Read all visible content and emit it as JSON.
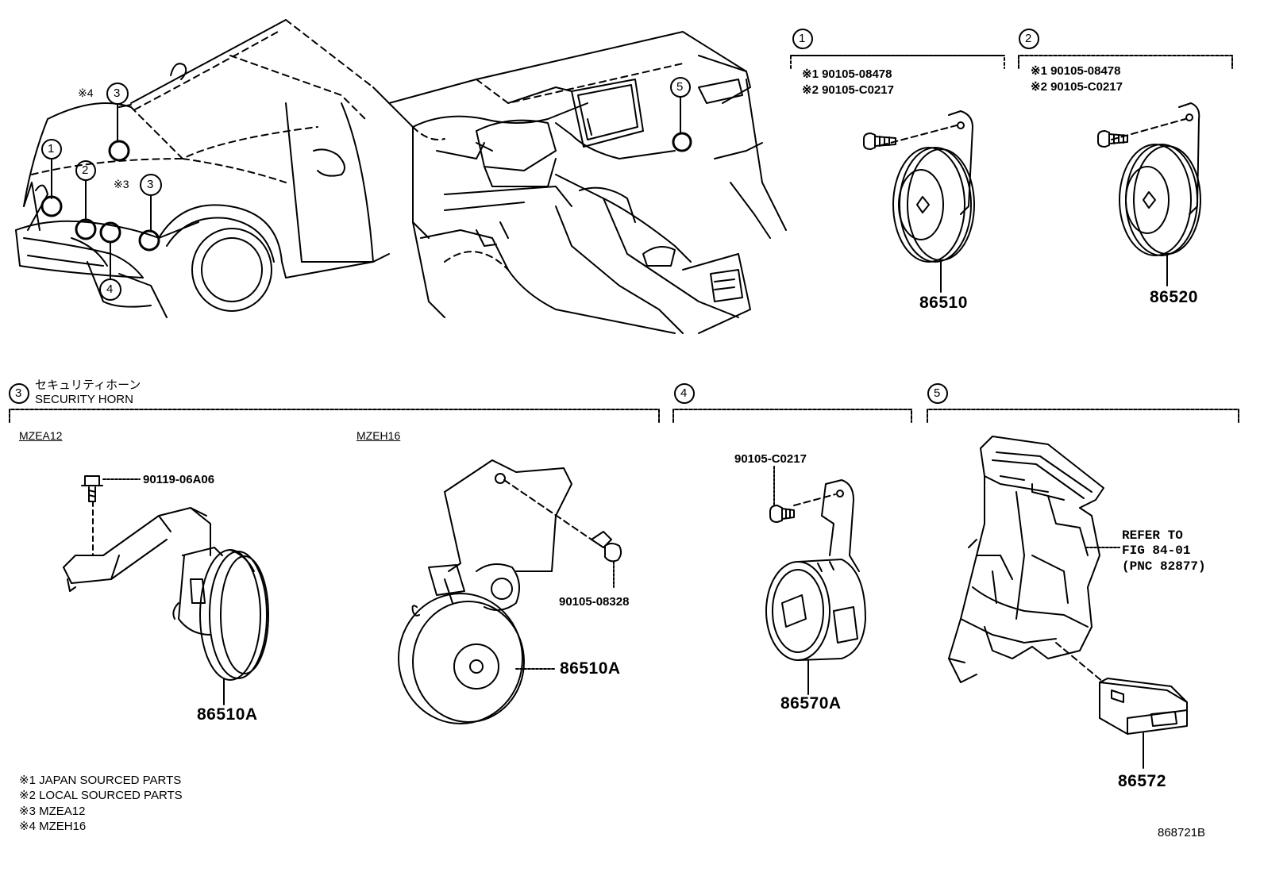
{
  "callouts": {
    "c1": "1",
    "c2": "2",
    "c3": "3",
    "c4": "4",
    "c5": "5",
    "note_mark_4": "※4",
    "note_mark_3": "※3"
  },
  "section1": {
    "label": "1",
    "note1": "※1 90105-08478",
    "note2": "※2 90105-C0217",
    "part": "86510"
  },
  "section2": {
    "label": "2",
    "note1": "※1 90105-08478",
    "note2": "※2 90105-C0217",
    "part": "86520"
  },
  "section3": {
    "label": "3",
    "title_jp": "セキュリティホーン",
    "title_en": "SECURITY HORN",
    "left": {
      "model": "MZEA12",
      "bolt": "90119-06A06",
      "part": "86510A"
    },
    "right": {
      "model": "MZEH16",
      "bolt": "90105-08328",
      "part": "86510A"
    }
  },
  "section4": {
    "label": "4",
    "bolt": "90105-C0217",
    "part": "86570A"
  },
  "section5": {
    "label": "5",
    "refer1": "REFER TO",
    "refer2": "FIG 84-01",
    "refer3": "(PNC 82877)",
    "part": "86572"
  },
  "footnotes": [
    "※1 JAPAN SOURCED PARTS",
    "※2 LOCAL SOURCED PARTS",
    "※3 MZEA12",
    "※4 MZEH16"
  ],
  "diagram_id": "868721B"
}
